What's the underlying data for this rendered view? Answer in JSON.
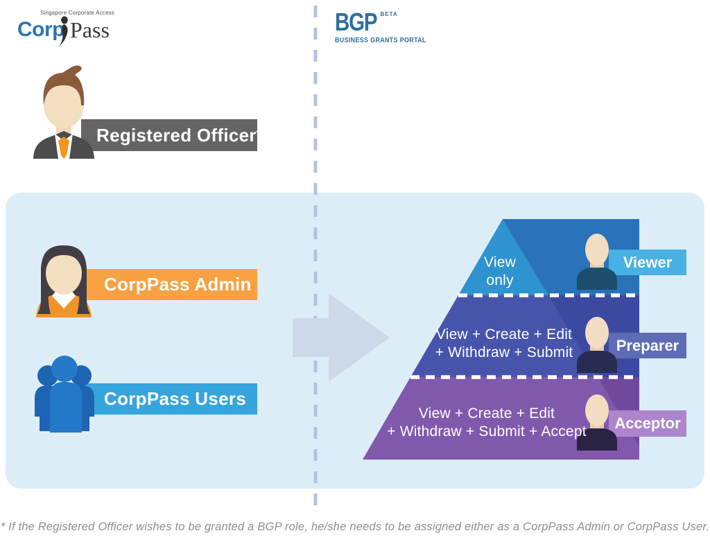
{
  "logos": {
    "corppass": {
      "tagline": "Singapore Corporate Access",
      "word_blue": "Corp",
      "word_dark": "Pass"
    },
    "bgp": {
      "acronym": "BGP",
      "beta": "BETA",
      "name": "BUSINESS GRANTS PORTAL"
    }
  },
  "left_column": {
    "registered_officer_label": "Registered Officer*",
    "corppass_admin_label": "CorpPass Admin",
    "corppass_users_label": "CorpPass Users"
  },
  "pyramid": {
    "levels": [
      {
        "role": "Viewer",
        "permissions": "View\nonly"
      },
      {
        "role": "Preparer",
        "permissions": "View + Create + Edit\n+ Withdraw + Submit"
      },
      {
        "role": "Acceptor",
        "permissions": "View + Create + Edit\n+ Withdraw + Submit + Accept"
      }
    ]
  },
  "footnote": "* If the Registered Officer wishes to be granted a BGP role,  he/she needs to be assigned either as a CorpPass Admin or CorpPass User.",
  "palette": {
    "panel": "#dcedf8",
    "divider": "#b3c1dd",
    "arrow": "#cdd9e9",
    "banner_gray": "#656365",
    "banner_orange": "#f8a142",
    "banner_blue": "#36a4dd",
    "band_viewer_light": "#2f93cf",
    "band_viewer_dark": "#2a72b9",
    "band_preparer_light": "#4654ab",
    "band_preparer_dark": "#3c49a1",
    "band_acceptor_light": "#8159ac",
    "band_acceptor_dark": "#6f4a9c",
    "role_banner_viewer": "#47b1e3",
    "role_banner_preparer": "#5d6cb4",
    "role_banner_acceptor": "#ac85cc",
    "corppass_blue": "#2c73b5",
    "bgp_blue": "#2d6f9e"
  }
}
